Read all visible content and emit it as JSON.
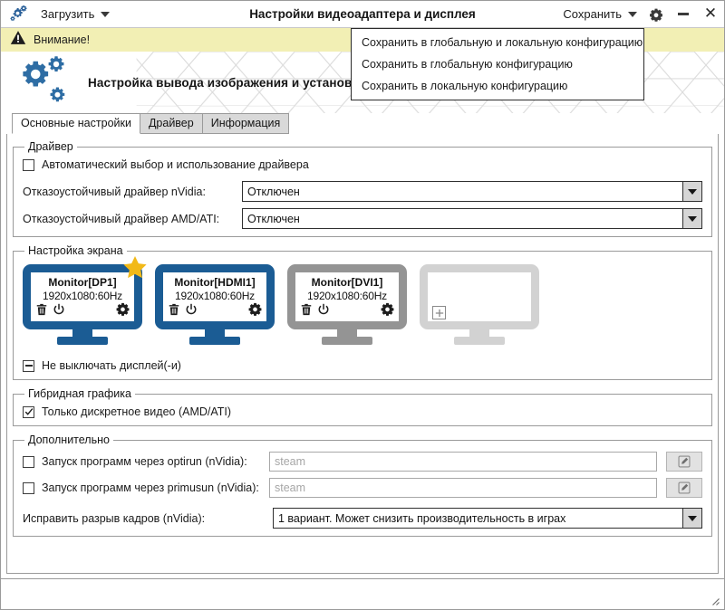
{
  "window": {
    "title": "Настройки видеоадаптера и дисплея",
    "load_label": "Загрузить",
    "save_label": "Сохранить",
    "app_icon": "gears-icon",
    "settings_icon": "gear-icon",
    "minimize_icon": "minimize-icon",
    "close_icon": "close-icon"
  },
  "save_menu": {
    "items": [
      {
        "label": "Сохранить в глобальную и локальную конфигурацию"
      },
      {
        "label": "Сохранить в глобальную конфигурацию"
      },
      {
        "label": "Сохранить в локальную конфигурацию"
      }
    ]
  },
  "warning": {
    "icon": "warning-triangle-icon",
    "text": "Внимание!",
    "background": "#f2efb4"
  },
  "banner": {
    "logo_icon": "gears-logo-icon",
    "title": "Настройка вывода изображения и установка драйвера видеокарты"
  },
  "tabs": [
    {
      "label": "Основные настройки",
      "active": true
    },
    {
      "label": "Драйвер",
      "active": false
    },
    {
      "label": "Информация",
      "active": false
    }
  ],
  "driver_group": {
    "legend": "Драйвер",
    "auto_checkbox": {
      "label": "Автоматический выбор и использование драйвера",
      "state": "unchecked"
    },
    "fields": [
      {
        "label": "Отказоустойчивый драйвер nVidia:",
        "value": "Отключен"
      },
      {
        "label": "Отказоустойчивый драйвер AMD/ATI:",
        "value": "Отключен"
      }
    ]
  },
  "screen_group": {
    "legend": "Настройка экрана",
    "monitors": [
      {
        "name": "Monitor[DP1]",
        "resolution": "1920x1080:60Hz",
        "state": "active",
        "primary": true,
        "star_color": "#f2b918",
        "color": "#1b5c94",
        "icons": [
          "trash-icon",
          "power-icon",
          "gear-icon"
        ]
      },
      {
        "name": "Monitor[HDMI1]",
        "resolution": "1920x1080:60Hz",
        "state": "active",
        "primary": false,
        "color": "#1b5c94",
        "icons": [
          "trash-icon",
          "power-icon",
          "gear-icon"
        ]
      },
      {
        "name": "Monitor[DVI1]",
        "resolution": "1920x1080:60Hz",
        "state": "disabled",
        "primary": false,
        "color": "#949494",
        "icons": [
          "trash-icon",
          "power-icon",
          "gear-icon"
        ]
      },
      {
        "name": "",
        "resolution": "",
        "state": "empty",
        "primary": false,
        "color": "#d2d2d2",
        "icons": [
          "plus-icon"
        ]
      }
    ],
    "keep_on_checkbox": {
      "label": "Не выключать дисплей(-и)",
      "state": "indeterminate"
    }
  },
  "hybrid_group": {
    "legend": "Гибридная графика",
    "discrete_checkbox": {
      "label": "Только дискретное видео (AMD/ATI)",
      "state": "checked"
    }
  },
  "extra_group": {
    "legend": "Дополнительно",
    "optirun": {
      "label": "Запуск программ через optirun (nVidia):",
      "state": "unchecked",
      "placeholder": "steam",
      "value": "",
      "edit_icon": "edit-pencil-icon"
    },
    "primusrun": {
      "label": "Запуск программ через primusun (nVidia):",
      "state": "unchecked",
      "placeholder": "steam",
      "value": "",
      "edit_icon": "edit-pencil-icon"
    },
    "tearfix": {
      "label": "Исправить разрыв кадров (nVidia):",
      "value": "1 вариант. Может снизить производительность в играх"
    }
  },
  "statusbar": {
    "grip_icon": "resize-grip-icon"
  }
}
